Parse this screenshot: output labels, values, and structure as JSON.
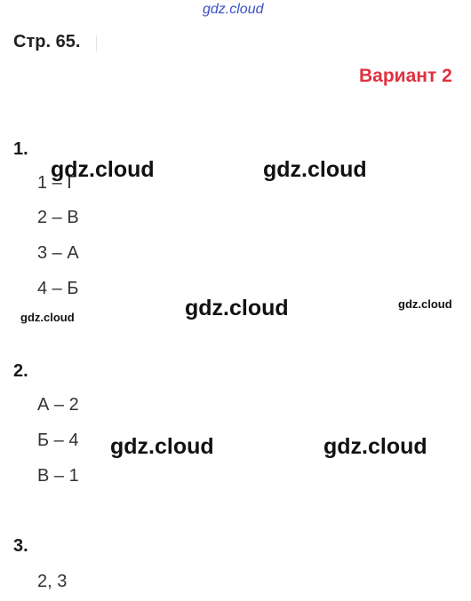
{
  "header": {
    "site_logo": "gdz.cloud",
    "page_reference": "Стр. 65.",
    "variant_label": "Вариант 2"
  },
  "questions": [
    {
      "number": "1.",
      "answers": [
        "1 – Г",
        "2 – В",
        "3 – А",
        "4 – Б"
      ]
    },
    {
      "number": "2.",
      "answers": [
        "А – 2",
        "Б – 4",
        "В – 1"
      ]
    },
    {
      "number": "3.",
      "answers": [
        "2, 3"
      ]
    }
  ],
  "watermarks": {
    "text": "gdz.cloud"
  },
  "colors": {
    "variant_red": "#e0313f",
    "logo_blue": "#3a4fc4",
    "text": "#333333"
  }
}
